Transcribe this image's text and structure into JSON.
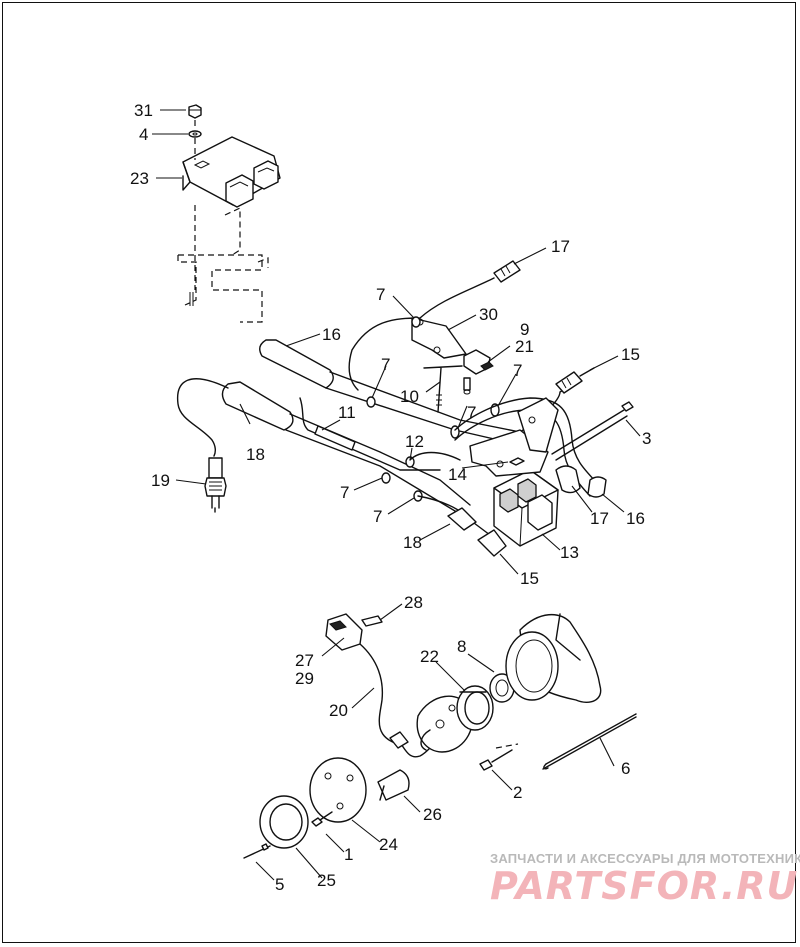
{
  "callouts": {
    "c31": "31",
    "c4": "4",
    "c23": "23",
    "c17a": "17",
    "c7a": "7",
    "c30": "30",
    "c9": "9",
    "c21": "21",
    "c16a": "16",
    "c15a": "15",
    "c7b": "7",
    "c10": "10",
    "c7c": "7",
    "c7d": "7",
    "c11": "11",
    "c3": "3",
    "c18a": "18",
    "c12": "12",
    "c14": "14",
    "c19": "19",
    "c7e": "7",
    "c7f": "7",
    "c17b": "17",
    "c16b": "16",
    "c18b": "18",
    "c13": "13",
    "c15b": "15",
    "c28": "28",
    "c8": "8",
    "c22": "22",
    "c27": "27",
    "c29": "29",
    "c20": "20",
    "c6": "6",
    "c2": "2",
    "c26": "26",
    "c24": "24",
    "c1": "1",
    "c5": "5",
    "c25": "25"
  },
  "watermark": {
    "line1": "ЗАПЧАСТИ И АКСЕССУАРЫ ДЛЯ МОТОТЕХНИКИ",
    "line2": "PARTSFOR.RU",
    "color": "#f3b4b9"
  }
}
